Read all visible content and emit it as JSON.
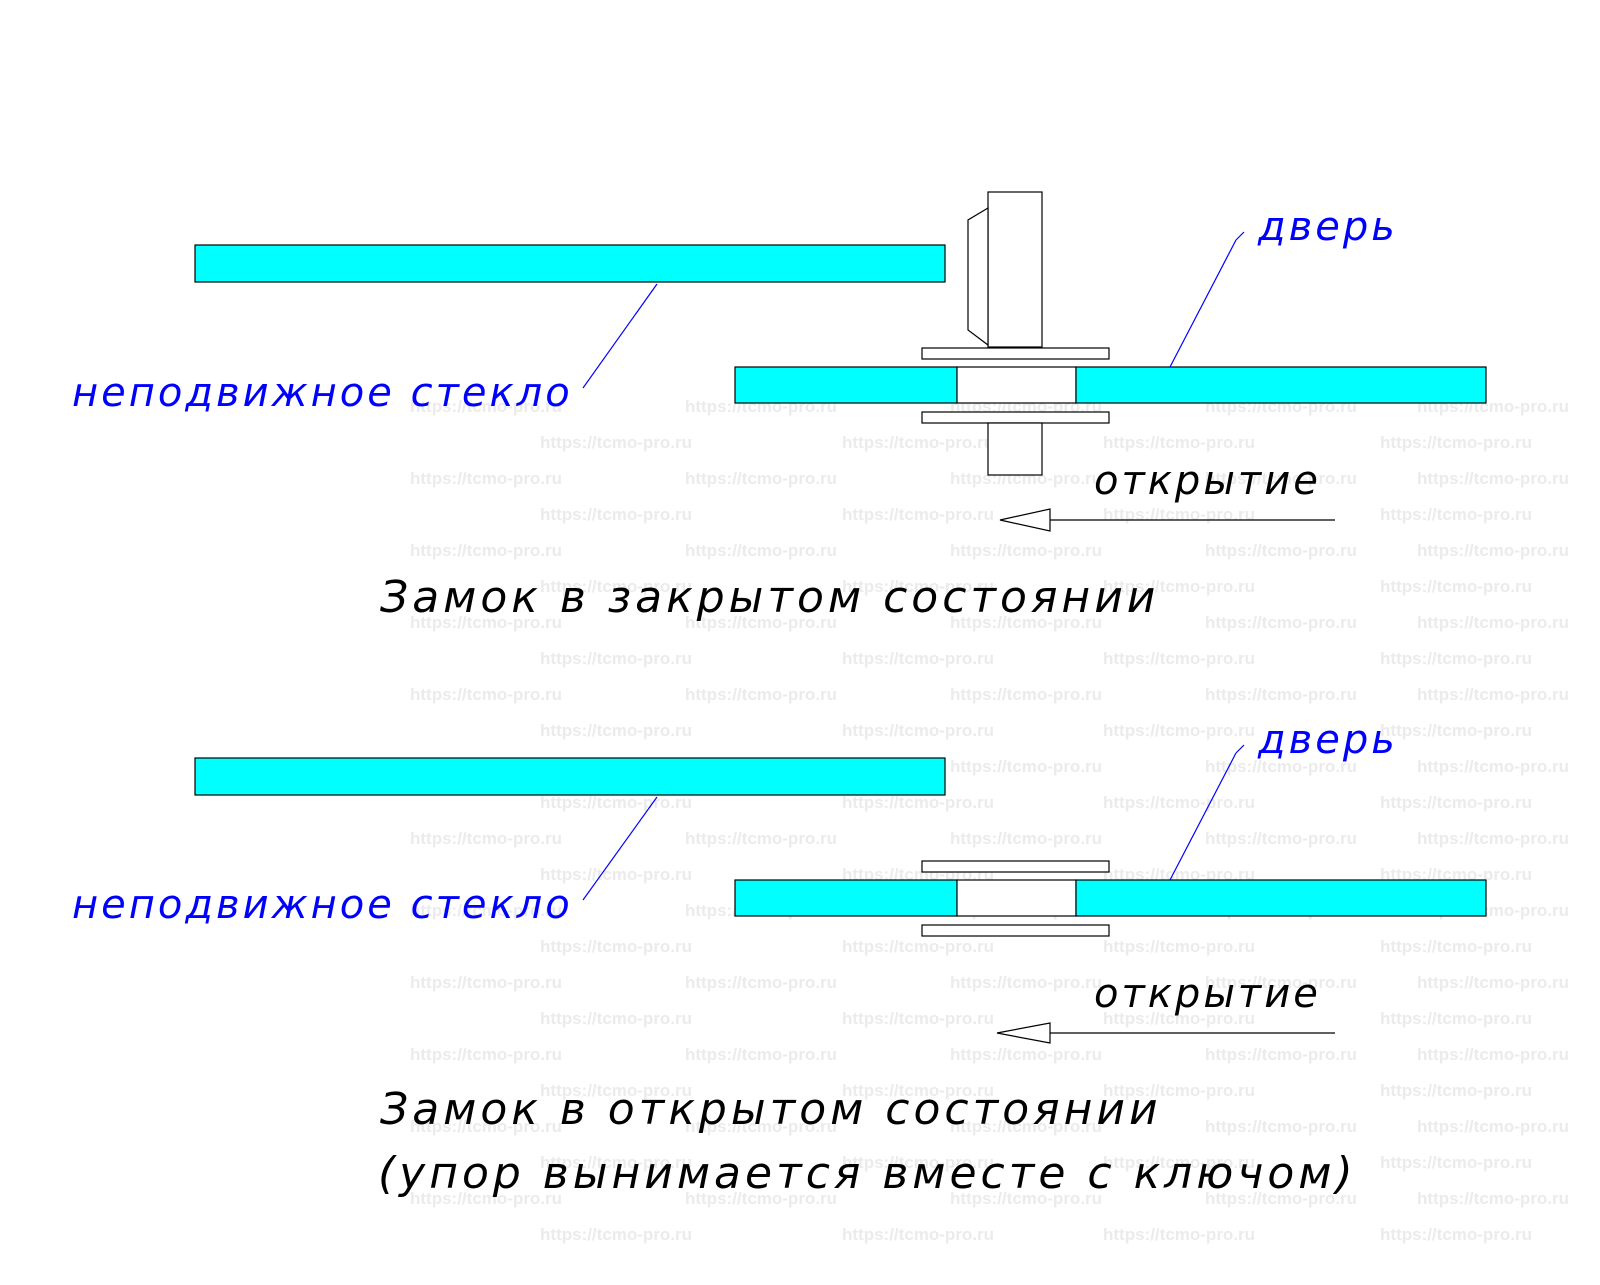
{
  "watermark": "https://tcmo-pro.ru",
  "diagrams": [
    {
      "state": "closed",
      "fixed_glass_label": "неподвижное стекло",
      "door_label": "дверь",
      "opening_label": "открытие",
      "caption": "Замок в закрытом состоянии"
    },
    {
      "state": "open",
      "fixed_glass_label": "неподвижное стекло",
      "door_label": "дверь",
      "opening_label": "открытие",
      "caption": "Замок в открытом состоянии",
      "caption_line2": "(упор вынимается вместе с ключом)"
    }
  ],
  "colors": {
    "glass": "#00ffff",
    "labels": "#0000ff",
    "outline": "#000000",
    "watermark": "#ebebeb"
  }
}
